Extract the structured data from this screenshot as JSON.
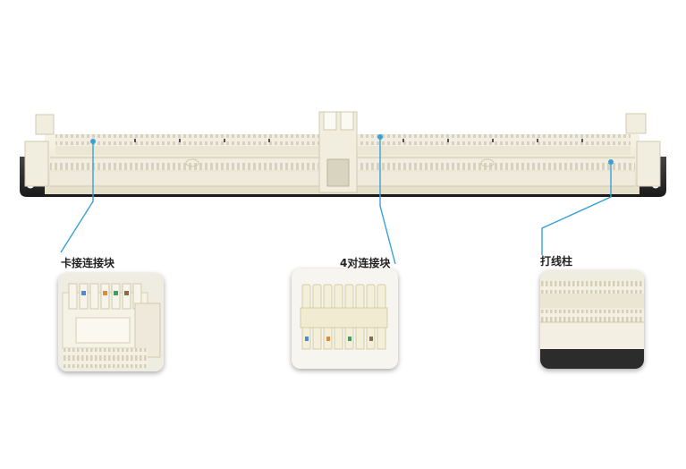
{
  "callouts": [
    {
      "label": "卡接连接块"
    },
    {
      "label": "4对连接块"
    },
    {
      "label": "打线柱"
    }
  ],
  "colors": {
    "leader_line": "#3aa0d8",
    "panel_body": "#f3f0e2",
    "rail": "#2a2a2a"
  },
  "icons": [
    "patch-panel-image",
    "connecting-block-photo",
    "four-pair-block-photo",
    "punch-down-post-photo"
  ]
}
